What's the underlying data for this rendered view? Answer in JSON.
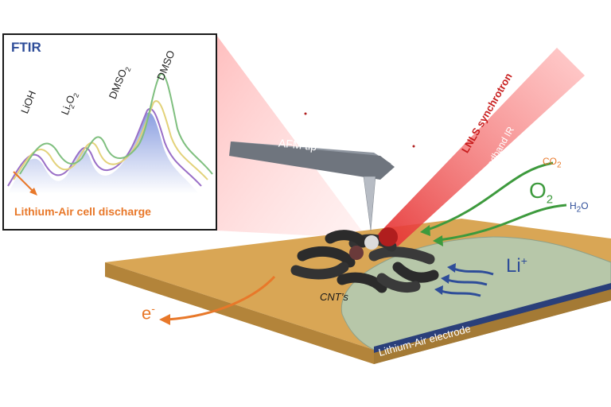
{
  "inset": {
    "title": "FTIR",
    "peaks": {
      "lioh": "LiOH",
      "li2o2_a": "Li",
      "li2o2_b": "2",
      "li2o2_c": "O",
      "li2o2_d": "2",
      "dmso2_a": "DMSO",
      "dmso2_b": "2",
      "dmso": "DMSO"
    },
    "caption": "Lithium-Air cell discharge"
  },
  "labels": {
    "afm": "AFM tip",
    "synchrotron": "LNLS synchrotron",
    "broadband": "Broadband IR",
    "co2_a": "CO",
    "co2_b": "2",
    "o2_a": "O",
    "o2_b": "2",
    "h2o_a": "H",
    "h2o_b": "2",
    "h2o_c": "O",
    "li_a": "Li",
    "li_b": "+",
    "cnt": "CNT’s",
    "electron_a": "e",
    "electron_b": "-",
    "electrode": "Lithium-Air electrode"
  },
  "colors": {
    "ftir_title": "#2e4d99",
    "orange": "#e8782a",
    "green": "#3d9a3d",
    "blue": "#2e4d99",
    "red": "#c81e1e",
    "gold": "#d9a655"
  }
}
